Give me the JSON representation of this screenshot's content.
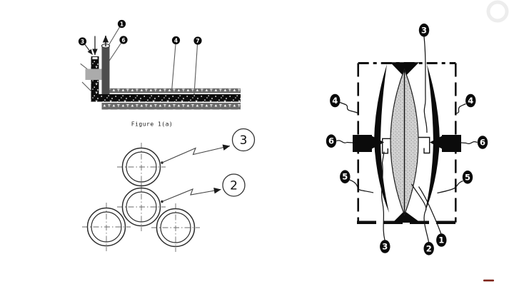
{
  "colors": {
    "ink": "#111111",
    "layer_gray": "#6b6b6b",
    "tube_gray": "#4d4d4d",
    "box_gray": "#ababab",
    "red_mark": "#7e2418"
  },
  "fig1a": {
    "caption": "Figure 1(a)",
    "callouts": [
      {
        "label": "1"
      },
      {
        "label": "3"
      },
      {
        "label": "6"
      },
      {
        "label": "4"
      },
      {
        "label": "7"
      }
    ]
  },
  "cluster": {
    "balloons": [
      {
        "label": "3"
      },
      {
        "label": "2"
      }
    ]
  },
  "lens": {
    "callouts": [
      {
        "label": "3"
      },
      {
        "label": "4"
      },
      {
        "label": "4"
      },
      {
        "label": "6"
      },
      {
        "label": "6"
      },
      {
        "label": "5"
      },
      {
        "label": "5"
      },
      {
        "label": "3"
      },
      {
        "label": "2"
      },
      {
        "label": "1"
      }
    ]
  }
}
